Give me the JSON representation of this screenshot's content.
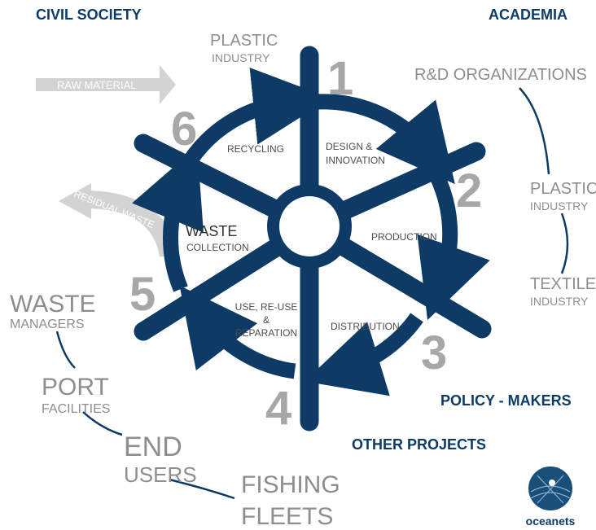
{
  "colors": {
    "navy": "#0d3b66",
    "grey_text": "#8e8e8e",
    "number_grey": "#a7a7a7",
    "flow_arrow": "#d3d3d3"
  },
  "corners": {
    "civil_society": "CIVIL SOCIETY",
    "academia": "ACADEMIA",
    "policy_makers": "POLICY - MAKERS",
    "other_projects": "OTHER PROJECTS"
  },
  "flows": {
    "raw_material": "RAW MATERIAL",
    "residual_waste": "RESIDUAL WASTE"
  },
  "stages": {
    "s1": {
      "number": "1",
      "line1": "DESIGN &",
      "line2": "INNOVATION"
    },
    "s2": {
      "number": "2",
      "line1": "PRODUCTION"
    },
    "s3": {
      "number": "3",
      "line1": "DISTRIBUTION"
    },
    "s4": {
      "number": "4",
      "line1": "USE, RE-USE",
      "line2": "&",
      "line3": "REPARATION"
    },
    "s5": {
      "number": "5",
      "line1": "WASTE",
      "line2": "COLLECTION"
    },
    "s6": {
      "number": "6",
      "line1": "RECYCLING"
    }
  },
  "top_stakeholder": {
    "line1": "PLASTIC",
    "line2": "INDUSTRY"
  },
  "right_chain": {
    "rd": "R&D ORGANIZATIONS",
    "plastic_1": "PLASTIC",
    "plastic_2": "INDUSTRY",
    "textile_1": "TEXTILE",
    "textile_2": "INDUSTRY"
  },
  "left_chain": {
    "waste_1": "WASTE",
    "waste_2": "MANAGERS",
    "port_1": "PORT",
    "port_2": "FACILITIES",
    "end_1": "END",
    "end_2": "USERS",
    "fishing_1": "FISHING",
    "fishing_2": "FLEETS"
  },
  "logo": {
    "name": "oceanets"
  }
}
